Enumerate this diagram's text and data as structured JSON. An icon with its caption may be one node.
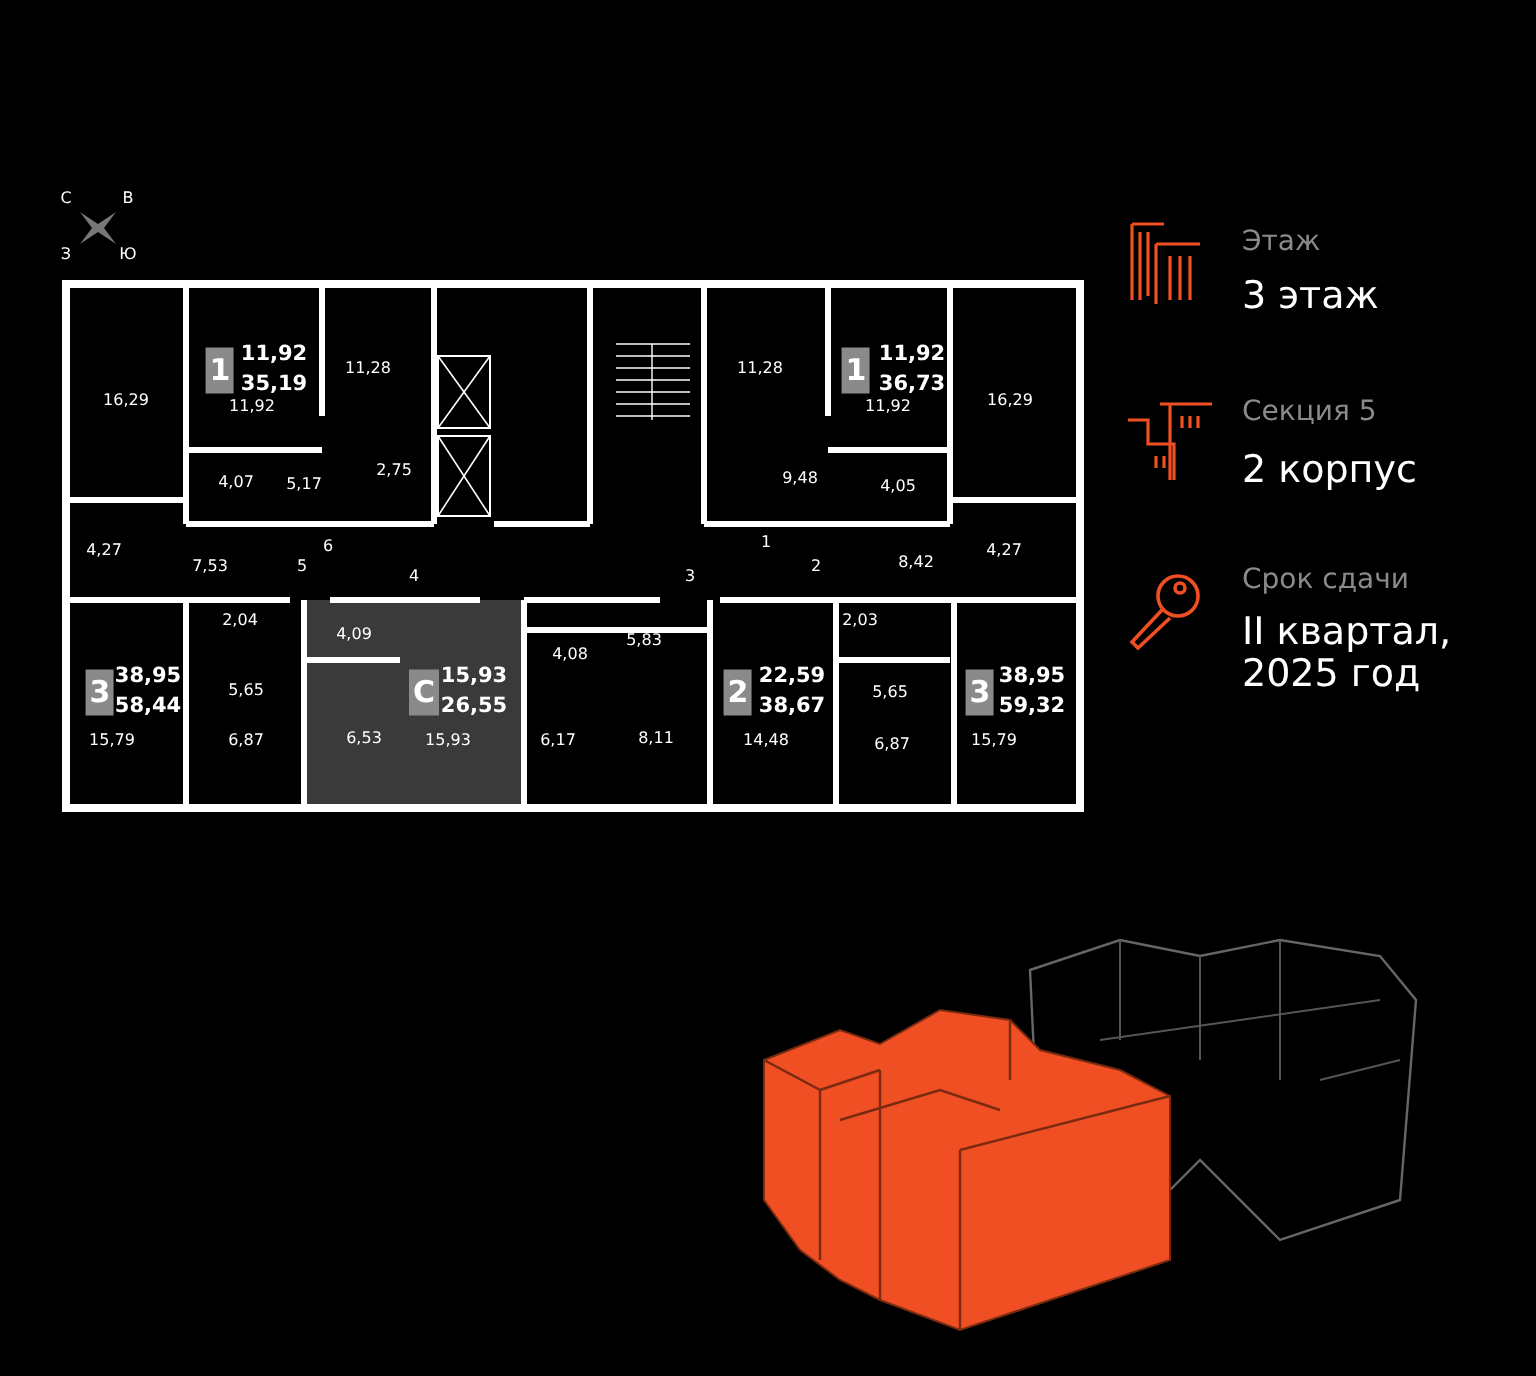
{
  "diagram": {
    "labels": [
      "С",
      "В",
      "З",
      "Ю",
      "1",
      "11,92",
      "35,19",
      "16,29",
      "11,92",
      "11,28",
      "4,07",
      "5,17",
      "2,75",
      "4,27",
      "6",
      "7,53",
      "5",
      "4",
      "2,04",
      "4,09",
      "3",
      "38,95",
      "58,44",
      "5,65",
      "С",
      "15,93",
      "26,55",
      "15,79",
      "6,87",
      "6,53",
      "15,93",
      "4,08",
      "6,17",
      "8,11",
      "5,83",
      "3",
      "1",
      "2",
      "9,48",
      "11,28",
      "1",
      "11,92",
      "36,73",
      "11,92",
      "16,29",
      "4,05",
      "8,42",
      "4,27",
      "2,03",
      "2",
      "22,59",
      "38,67",
      "14,48",
      "5,65",
      "6,87",
      "3",
      "38,95",
      "59,32",
      "15,79",
      "Этаж",
      "3 этаж",
      "Секция 5",
      "2 корпус",
      "Срок сдачи",
      "II квартал, 2025 год"
    ]
  }
}
